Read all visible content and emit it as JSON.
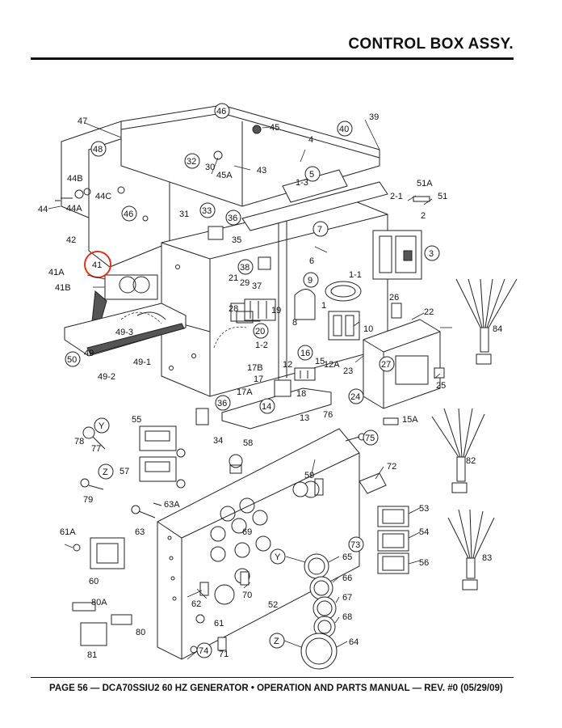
{
  "header": {
    "title": "CONTROL BOX ASSY."
  },
  "footer": {
    "text": "PAGE 56 — DCA70SSIU2 60 HZ GENERATOR • OPERATION AND PARTS MANUAL — REV. #0 (05/29/09)"
  },
  "labels": {
    "l47": "47",
    "l46t": "46",
    "l45": "45",
    "l40": "40",
    "l39": "39",
    "l48": "48",
    "l32": "32",
    "l30": "30",
    "l45a": "45A",
    "l43": "43",
    "l4": "4",
    "l5": "5",
    "l13": "1-3",
    "l44b": "44B",
    "l44c": "44C",
    "l44": "44",
    "l44a": "44A",
    "l46m": "46",
    "l31": "31",
    "l33": "33",
    "l36a": "36",
    "l35": "35",
    "l7": "7",
    "l6": "6",
    "l42": "42",
    "l21": "2-1",
    "l51a": "51A",
    "l51": "51",
    "l2": "2",
    "l3": "3",
    "l41": "41",
    "l41a": "41A",
    "l41b": "41B",
    "l38": "38",
    "l29": "29",
    "l21b": "21",
    "l37": "37",
    "l9": "9",
    "l11": "1-1",
    "l1": "1",
    "l26": "26",
    "l22": "22",
    "l28": "28",
    "l19": "19",
    "l8": "8",
    "l10": "10",
    "l84": "84",
    "l493": "49-3",
    "l20": "20",
    "l50": "50",
    "l49": "49",
    "l491": "49-1",
    "l492": "49-2",
    "l12b": "1-2",
    "l12": "12",
    "l16": "16",
    "l15": "15",
    "l12a": "12A",
    "l23": "23",
    "l27": "27",
    "l17b": "17B",
    "l17": "17",
    "l14": "14",
    "l18": "18",
    "l17a": "17A",
    "l24": "24",
    "l25": "25",
    "l36b": "36",
    "l13n": "13",
    "l34": "34",
    "l76": "76",
    "l15a": "15A",
    "l75": "75",
    "l55": "55",
    "l58": "58",
    "l72": "72",
    "lY1": "Y",
    "l78": "78",
    "l77": "77",
    "l57": "57",
    "l59": "59",
    "l82": "82",
    "lZ1": "Z",
    "l79": "79",
    "l63a": "63A",
    "l53": "53",
    "l63": "63",
    "l69": "69",
    "l54": "54",
    "l61a": "61A",
    "l73": "73",
    "l65": "65",
    "lY2": "Y",
    "l60": "60",
    "l66": "66",
    "l56": "56",
    "l83": "83",
    "l70": "70",
    "l67": "67",
    "l80a": "80A",
    "l62": "62",
    "l52": "52",
    "l68": "68",
    "l80": "80",
    "l61": "61",
    "lZ2": "Z",
    "l64": "64",
    "l74": "74",
    "l71": "71",
    "l81": "81"
  }
}
